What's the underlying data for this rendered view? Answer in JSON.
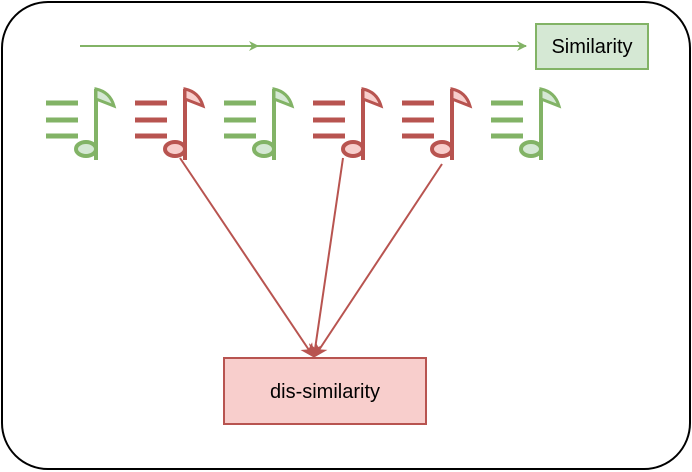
{
  "similarity_label": "Similarity",
  "dissimilarity_label": "dis-similarity",
  "notes": [
    {
      "color": "green"
    },
    {
      "color": "red"
    },
    {
      "color": "green"
    },
    {
      "color": "red"
    },
    {
      "color": "red"
    },
    {
      "color": "green"
    }
  ],
  "colors": {
    "green_stroke": "#82b366",
    "green_fill": "#d5e8d4",
    "red_stroke": "#b85450",
    "red_fill": "#f8cecc"
  }
}
